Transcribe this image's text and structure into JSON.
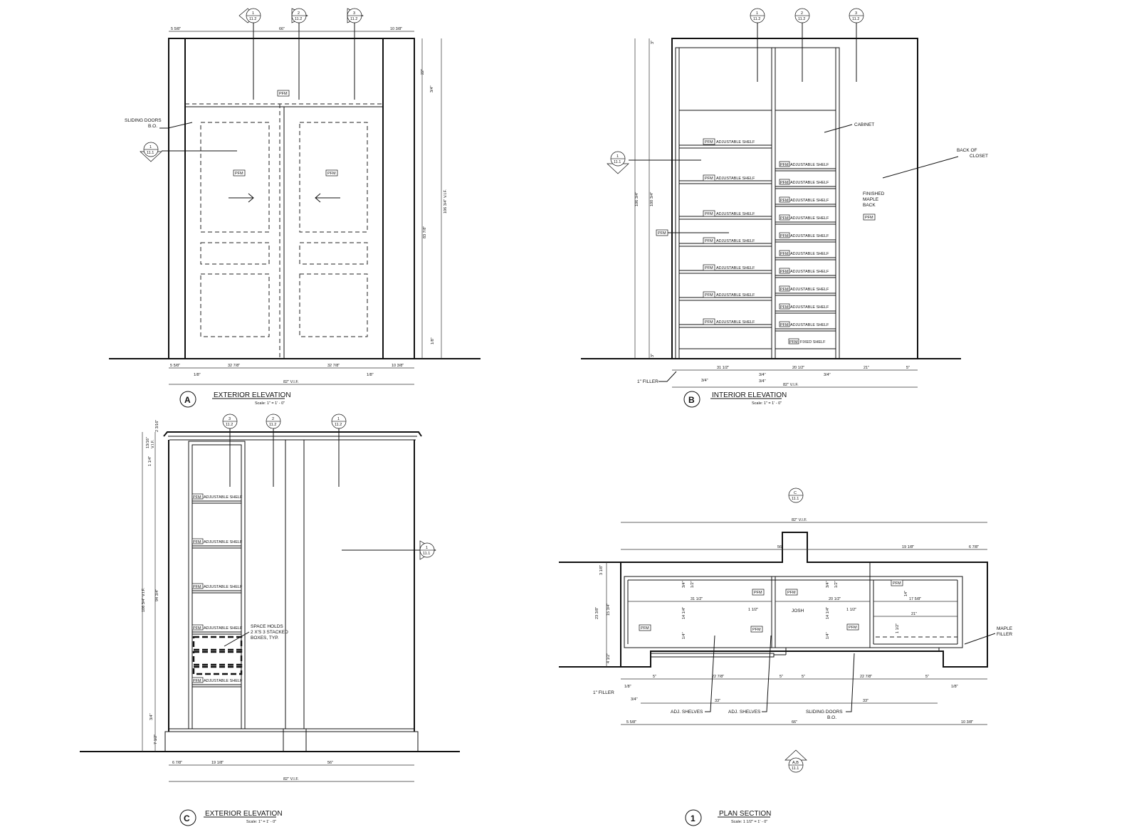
{
  "views": {
    "a": {
      "letter": "A",
      "title": "EXTERIOR ELEVATION",
      "scale": "Scale: 1\" = 1' - 0\""
    },
    "b": {
      "letter": "B",
      "title": "INTERIOR ELEVATION",
      "scale": "Scale: 1\" = 1' - 0\""
    },
    "c": {
      "letter": "C",
      "title": "EXTERIOR ELEVATION",
      "scale": "Scale: 1\" = 1' - 0\""
    },
    "d": {
      "letter": "1",
      "title": "PLAN SECTION",
      "scale": "Scale: 1 1/2\" = 1' - 0\""
    }
  },
  "refs": {
    "one": "1",
    "two": "2",
    "three": "3",
    "sheet_a": "11.2",
    "sheet_b": "11.1",
    "c": "C",
    "ab": "A,B"
  },
  "labels": {
    "pfm": "PFM",
    "adj_shelf": "ADJUSTABLE SHELF",
    "fixed_shelf": "FIXED SHELF",
    "sliding_doors": "SLIDING DOORS",
    "bo": "B.O.",
    "cabinet": "CABINET",
    "back_of": "BACK OF",
    "closet": "CLOSET",
    "finished": "FINISHED",
    "maple": "MAPLE",
    "back": "BACK",
    "filler_1": "1\" FILLER",
    "space1": "SPACE HOLDS",
    "space2": "2 X'S 3 STACKED",
    "space3": "BOXES, TYP.",
    "adj_shelves": "ADJ. SHELVES",
    "josh": "JOSH",
    "filler": "FILLER"
  },
  "dims": {
    "d_5_58": "5 5/8\"",
    "d_66": "66\"",
    "d_10_38": "10 3/8\"",
    "d_22": "22\"",
    "d_34": "3/4\"",
    "d_106_vif": "106 3/4\" V.I.F.",
    "d_83_78": "83 7/8\"",
    "d_18": "1/8\"",
    "d_32_78": "32 7/8\"",
    "d_82_vif": "82\" V.I.F.",
    "d_3": "3\"",
    "d_106": "106 3/4\"",
    "d_100": "100 3/4\"",
    "d_31_12": "31 1/2\"",
    "d_20_12": "20 1/2\"",
    "d_21": "21\"",
    "d_5": "5\"",
    "d_2_316": "2 3/16\"",
    "d_13_16": "13/16\"",
    "d_vif": "V.I.F.",
    "d_1_14": "1 1/4\"",
    "d_94_34": "94 3/4\"",
    "d_7_12": "7 1/2\"",
    "d_6_78": "6 7/8\"",
    "d_19_18": "19 1/8\"",
    "d_56": "56\"",
    "d_3_18": "3 1/8\"",
    "d_23_38": "23 3/8\"",
    "d_15_34": "15 3/4\"",
    "d_4_12": "4 1/2\"",
    "d_12": "1/2\"",
    "d_14_14": "14 1/4\"",
    "d_1_12": "1 1/2\"",
    "d_14": "14\"",
    "d_17_58": "17 5/8\"",
    "d_14b": "1/4\"",
    "d_22_78": "22 7/8\"",
    "d_33": "33\""
  }
}
